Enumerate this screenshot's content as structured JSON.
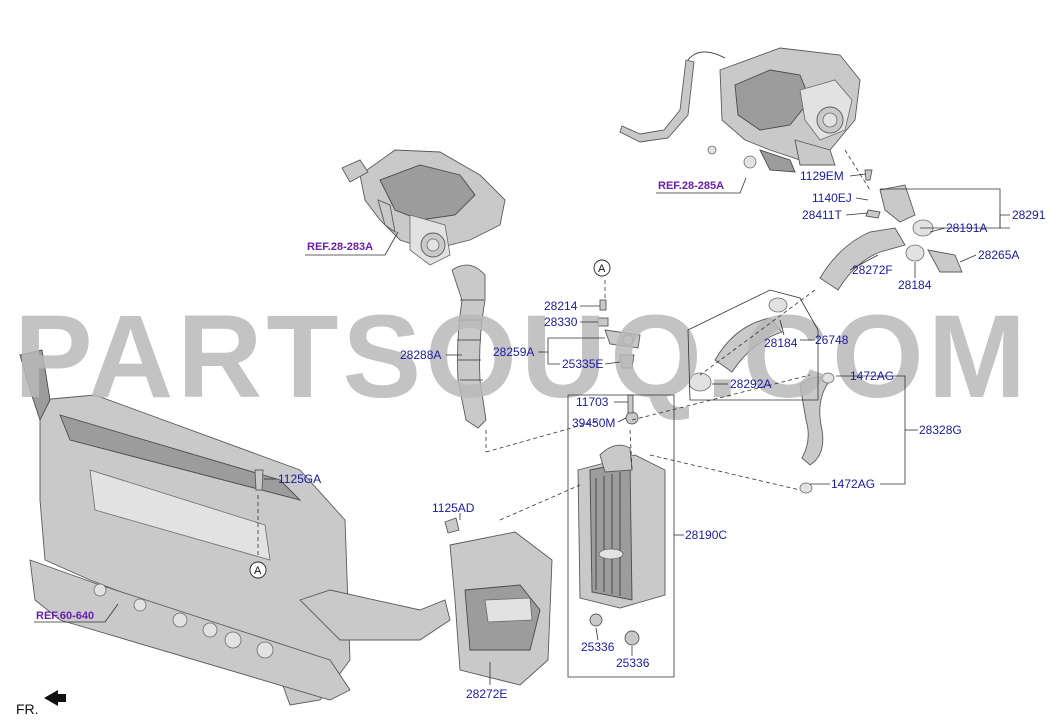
{
  "watermark": "PARTSOUQ.COM",
  "front_marker": "FR.",
  "ref_markers": {
    "ref_283": "REF.28-283A",
    "ref_285": "REF.28-285A",
    "ref_60": "REF.60-640"
  },
  "section_marker": "A",
  "callouts": {
    "p1129EM": "1129EM",
    "p1140EJ": "1140EJ",
    "p28411T": "28411T",
    "p28291": "28291",
    "p28191A": "28191A",
    "p28265A": "28265A",
    "p28272F": "28272F",
    "p28184_top": "28184",
    "p28214": "28214",
    "p28330": "28330",
    "p28259A": "28259A",
    "p25335E": "25335E",
    "p28288A": "28288A",
    "p28184_box": "28184",
    "p26748": "26748",
    "p28292A": "28292A",
    "p1472AG_top": "1472AG",
    "p28328G": "28328G",
    "p1472AG_bot": "1472AG",
    "p11703": "11703",
    "p39450M": "39450M",
    "p28190C": "28190C",
    "p1125GA": "1125GA",
    "p1125AD": "1125AD",
    "p25336_left": "25336",
    "p25336_right": "25336",
    "p28272E": "28272E"
  }
}
